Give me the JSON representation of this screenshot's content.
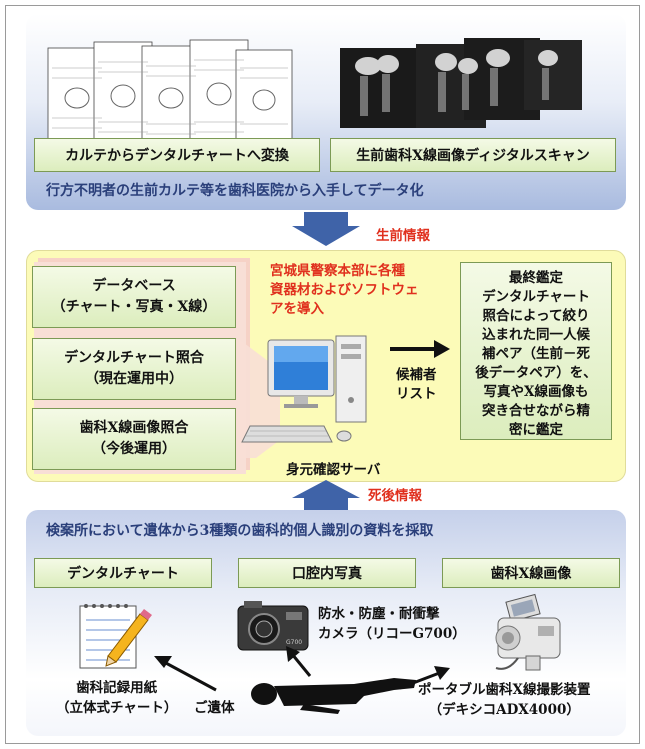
{
  "top": {
    "box_left": "カルテからデンタルチャートへ変換",
    "box_right": "生前歯科X線画像ディジタルスキャン",
    "caption": "行方不明者の生前カルテ等を歯科医院から入手してデータ化"
  },
  "arrows": {
    "antemortem": "生前情報",
    "postmortem": "死後情報"
  },
  "middle": {
    "database": [
      "データベース",
      "（チャート・写真・X線）"
    ],
    "chart_matching": [
      "デンタルチャート照合",
      "（現在運用中）"
    ],
    "xray_matching": [
      "歯科X線画像照合",
      "（今後運用）"
    ],
    "intro_note": [
      "宮城県警察本部に各種",
      "資器材およびソフトウェ",
      "アを導入"
    ],
    "server_label": "身元確認サーバ",
    "candidate_list": [
      "候補者",
      "リスト"
    ],
    "final": [
      "最終鑑定",
      "デンタルチャート",
      "照合によって絞り",
      "込まれた同一人候",
      "補ペア（生前－死",
      "後データペア）を、",
      "写真やX線画像も",
      "突き合せながら精",
      "密に鑑定"
    ]
  },
  "bottom": {
    "caption": "検案所において遺体から3種類の歯科的個人識別の資料を採取",
    "box_chart": "デンタルチャート",
    "box_photo": "口腔内写真",
    "box_xray": "歯科X線画像",
    "camera": [
      "防水・防塵・耐衝撃",
      "カメラ（リコーG700）"
    ],
    "record_sheet": [
      "歯科記録用紙",
      "（立体式チャート）"
    ],
    "body_label": "ご遺体",
    "xray_device": [
      "ポータブル歯科X線撮影装置",
      "（デキシコADX4000）"
    ]
  },
  "colors": {
    "panel_blue": "#a9bbdf",
    "panel_yellow": "#fcfbb8",
    "box_green": "#dcedbd",
    "arrow_blue": "#3f63a8",
    "note_red": "#e0301e"
  }
}
